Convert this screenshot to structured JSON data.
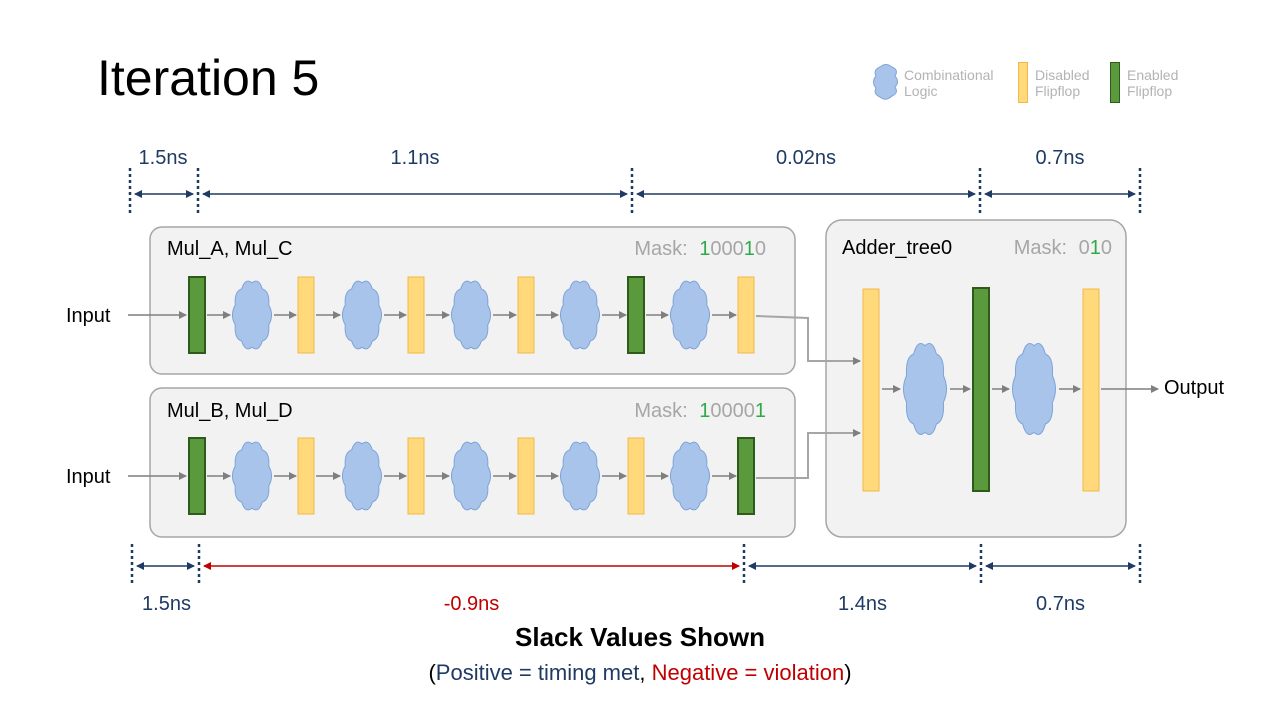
{
  "title": "Iteration 5",
  "legend": {
    "combinational": "Combinational\nLogic",
    "disabled": "Disabled\nFlipflop",
    "enabled": "Enabled\nFlipflop"
  },
  "top_slack": [
    "1.5ns",
    "1.1ns",
    "0.02ns",
    "0.7ns"
  ],
  "bottom_slack": [
    "1.5ns",
    "-0.9ns",
    "1.4ns",
    "0.7ns"
  ],
  "groups": {
    "top": {
      "name": "Mul_A, Mul_C",
      "mask_label": "Mask:",
      "mask": "100010",
      "flipflops": [
        "enabled",
        "disabled",
        "disabled",
        "disabled",
        "disabled",
        "enabled",
        "disabled"
      ]
    },
    "bottom": {
      "name": "Mul_B, Mul_D",
      "mask_label": "Mask:",
      "mask": "100001",
      "flipflops": [
        "enabled",
        "disabled",
        "disabled",
        "disabled",
        "disabled",
        "disabled",
        "enabled"
      ]
    },
    "adder": {
      "name": "Adder_tree0",
      "mask_label": "Mask:",
      "mask": "010",
      "flipflops": [
        "disabled",
        "enabled",
        "disabled"
      ]
    }
  },
  "labels": {
    "input_top": "Input",
    "input_bottom": "Input",
    "output": "Output"
  },
  "footer": {
    "title": "Slack Values Shown",
    "open": "(",
    "positive": "Positive = timing met",
    "sep": ", ",
    "negative": "Negative = violation",
    "close": ")"
  },
  "colors": {
    "enabled_fill": "#5b9a3c",
    "enabled_stroke": "#2e5a1a",
    "disabled_fill": "#ffd97a",
    "disabled_stroke": "#f0b94a",
    "cloud_fill": "#a9c4ea",
    "cloud_stroke": "#7fa4d8",
    "slack_positive": "#1f3b63",
    "slack_negative": "#c00000",
    "mask_on": "#2eaa4a",
    "mask_off": "#a6a6a6"
  }
}
